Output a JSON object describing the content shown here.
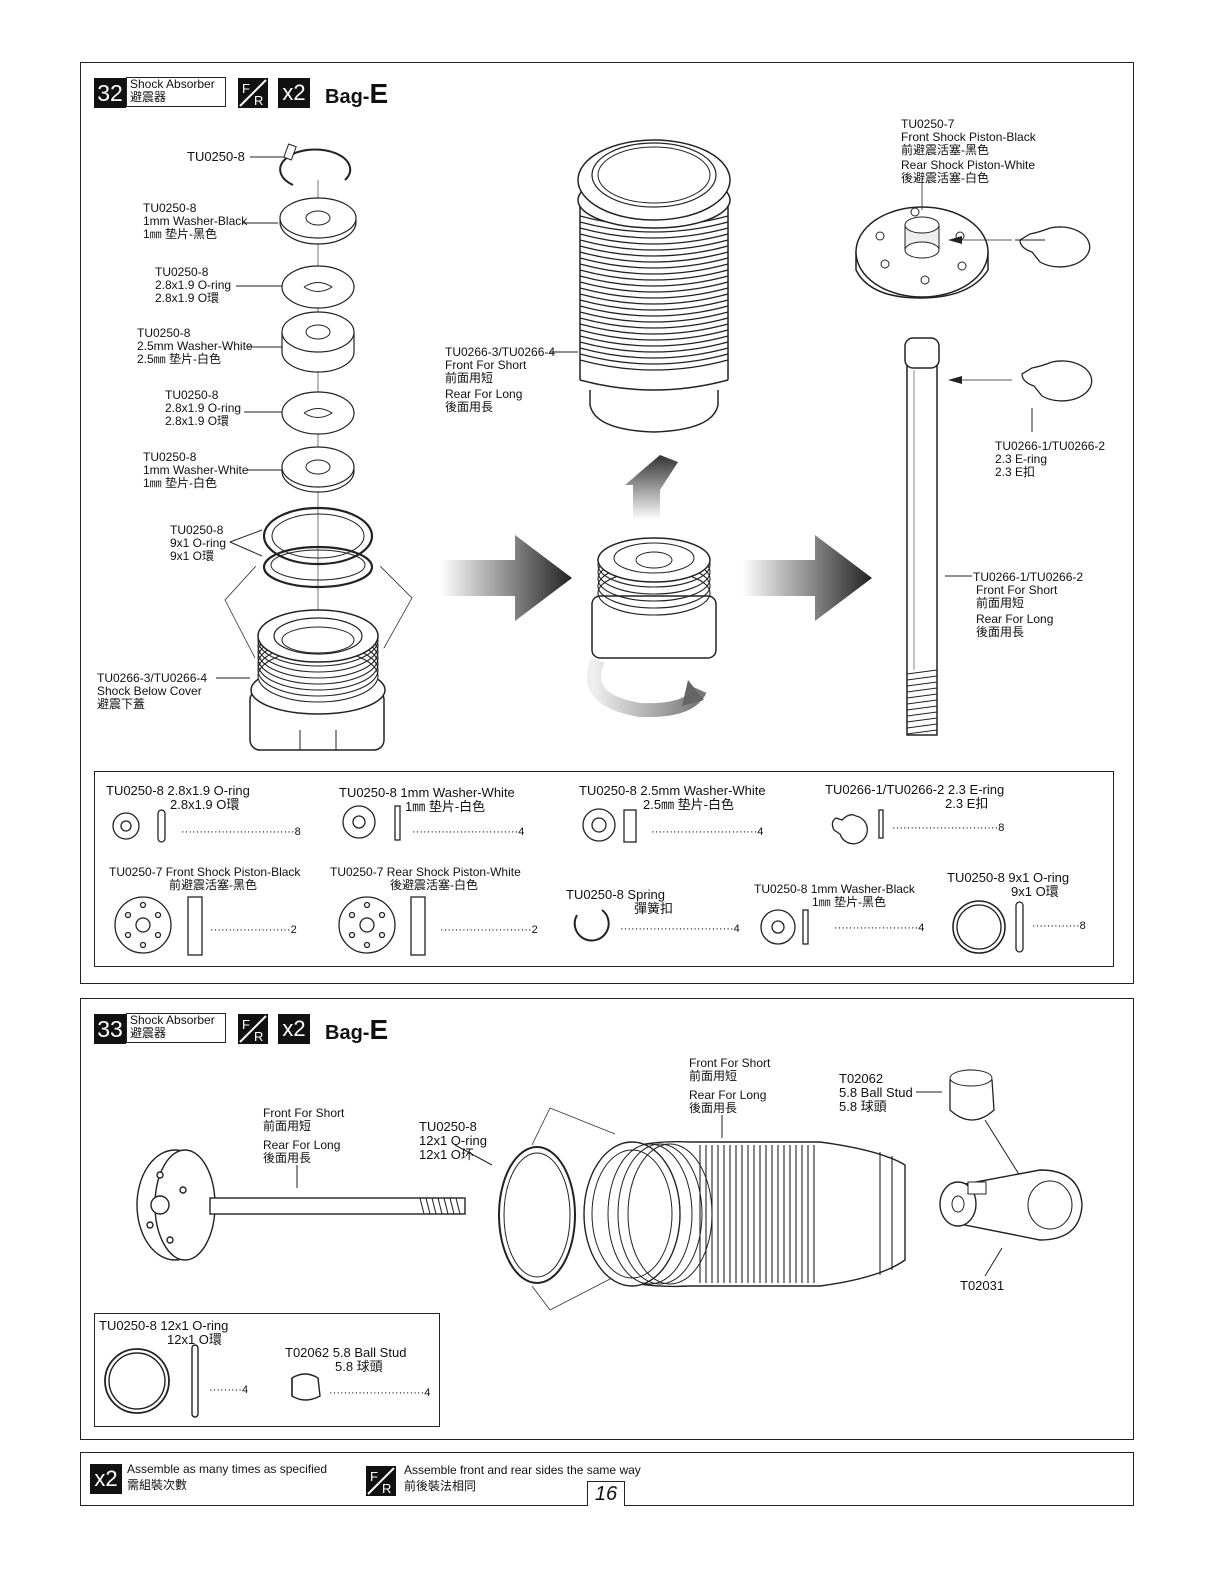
{
  "step32": {
    "number": "32",
    "title_en": "Shock Absorber",
    "title_zh": "避震器",
    "multiplier": "x2",
    "bag_prefix": "Bag-",
    "bag_letter": "E",
    "fr_f": "F",
    "fr_r": "R",
    "left_labels": [
      {
        "lines": [
          "TU0250-8"
        ]
      },
      {
        "lines": [
          "TU0250-8",
          "1mm Washer-Black",
          "1㎜ 垫片-黑色"
        ]
      },
      {
        "lines": [
          "TU0250-8",
          "2.8x1.9 O-ring",
          "2.8x1.9 O環"
        ]
      },
      {
        "lines": [
          "TU0250-8",
          "2.5mm Washer-White",
          "2.5㎜ 垫片-白色"
        ]
      },
      {
        "lines": [
          "TU0250-8",
          "2.8x1.9 O-ring",
          "2.8x1.9 O環"
        ]
      },
      {
        "lines": [
          "TU0250-8",
          "1mm Washer-White",
          "1㎜ 垫片-白色"
        ]
      },
      {
        "lines": [
          "TU0250-8",
          "9x1 O-ring",
          "9x1 O環"
        ]
      },
      {
        "lines": [
          "TU0266-3/TU0266-4",
          "Shock Below Cover",
          "避震下蓋"
        ]
      }
    ],
    "center_label": {
      "lines": [
        "TU0266-3/TU0266-4",
        "Front For Short",
        "前面用短",
        "Rear For Long",
        "後面用長"
      ]
    },
    "right_labels": [
      {
        "lines": [
          "TU0250-7",
          "Front Shock Piston-Black",
          "前避震活塞-黑色",
          "Rear Shock Piston-White",
          "後避震活塞-白色"
        ]
      },
      {
        "lines": [
          "TU0266-1/TU0266-2",
          "2.3 E-ring",
          "2.3 E扣"
        ]
      },
      {
        "lines": [
          "TU0266-1/TU0266-2",
          "Front For Short",
          "前面用短",
          "Rear For Long",
          "後面用長"
        ]
      }
    ],
    "parts": [
      {
        "name": "TU0250-8 2.8x1.9 O-ring",
        "zh": "2.8x1.9 O環",
        "qty": "8"
      },
      {
        "name": "TU0250-8 1mm Washer-White",
        "zh": "1㎜ 垫片-白色",
        "qty": "4"
      },
      {
        "name": "TU0250-8 2.5mm Washer-White",
        "zh": "2.5㎜ 垫片-白色",
        "qty": "4"
      },
      {
        "name": "TU0266-1/TU0266-2 2.3 E-ring",
        "zh": "2.3 E扣",
        "qty": "8"
      },
      {
        "name": "TU0250-7 Front Shock Piston-Black",
        "zh": "前避震活塞-黑色",
        "qty": "2"
      },
      {
        "name": "TU0250-7 Rear Shock Piston-White",
        "zh": "後避震活塞-白色",
        "qty": "2"
      },
      {
        "name": "TU0250-8 Spring",
        "zh": "彈簧扣",
        "qty": "4"
      },
      {
        "name": "TU0250-8 1mm Washer-Black",
        "zh": "1㎜ 垫片-黑色",
        "qty": "4"
      },
      {
        "name": "TU0250-8 9x1 O-ring",
        "zh": "9x1 O環",
        "qty": "8"
      }
    ]
  },
  "step33": {
    "number": "33",
    "title_en": "Shock Absorber",
    "title_zh": "避震器",
    "multiplier": "x2",
    "bag_prefix": "Bag-",
    "bag_letter": "E",
    "fr_f": "F",
    "fr_r": "R",
    "labels": [
      {
        "lines": [
          "Front For Short",
          "前面用短",
          "Rear For Long",
          "後面用長"
        ]
      },
      {
        "lines": [
          "TU0250-8",
          "12x1 O-ring",
          "12x1 O环"
        ]
      },
      {
        "lines": [
          "Front For Short",
          "前面用短",
          "Rear For Long",
          "後面用長"
        ]
      },
      {
        "lines": [
          "T02062",
          "5.8 Ball Stud",
          "5.8 球頭"
        ]
      },
      {
        "lines": [
          "T02031"
        ]
      }
    ],
    "parts": [
      {
        "name": "TU0250-8 12x1 O-ring",
        "zh": "12x1 O環",
        "qty": "4"
      },
      {
        "name": "T02062 5.8 Ball Stud",
        "zh": "5.8 球頭",
        "qty": "4"
      }
    ]
  },
  "footer": {
    "x2_label": "x2",
    "x2_en": "Assemble as many times as specified",
    "x2_zh": "需組裝次數",
    "fr_f": "F",
    "fr_r": "R",
    "fr_en": "Assemble front and rear sides the same way",
    "fr_zh": "前後裝法相同",
    "page": "16"
  }
}
